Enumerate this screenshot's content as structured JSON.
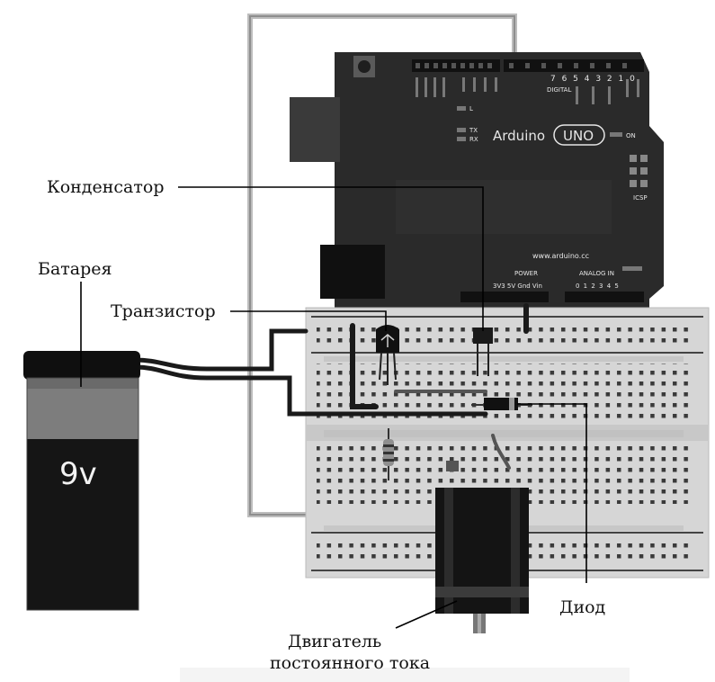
{
  "labels": {
    "capacitor": "Конденсатор",
    "battery": "Батарея",
    "transistor": "Транзистор",
    "diode": "Диод",
    "motor_line1": "Двигатель",
    "motor_line2": "постоянного тока"
  },
  "battery_text": "9v",
  "arduino": {
    "brand": "Arduino",
    "model": "UNO",
    "site": "www.arduino.cc",
    "digital": "DIGITAL",
    "icsp": "ICSP",
    "on": "ON",
    "power": "POWER",
    "analog_in": "ANALOG IN",
    "pin_numbers": "7 6 5 4 3 2 1 0",
    "power_pins": "3V3  5V  Gnd  Vin",
    "analog_pins": "0  1  2  3  4  5"
  },
  "colors": {
    "board": "#2a2a2a",
    "breadboard": "#d6d6d6",
    "battery_top": "#7d7d7d",
    "battery_bottom": "#151515",
    "wire": "#1a1a1a",
    "leader_line": "#000000"
  }
}
